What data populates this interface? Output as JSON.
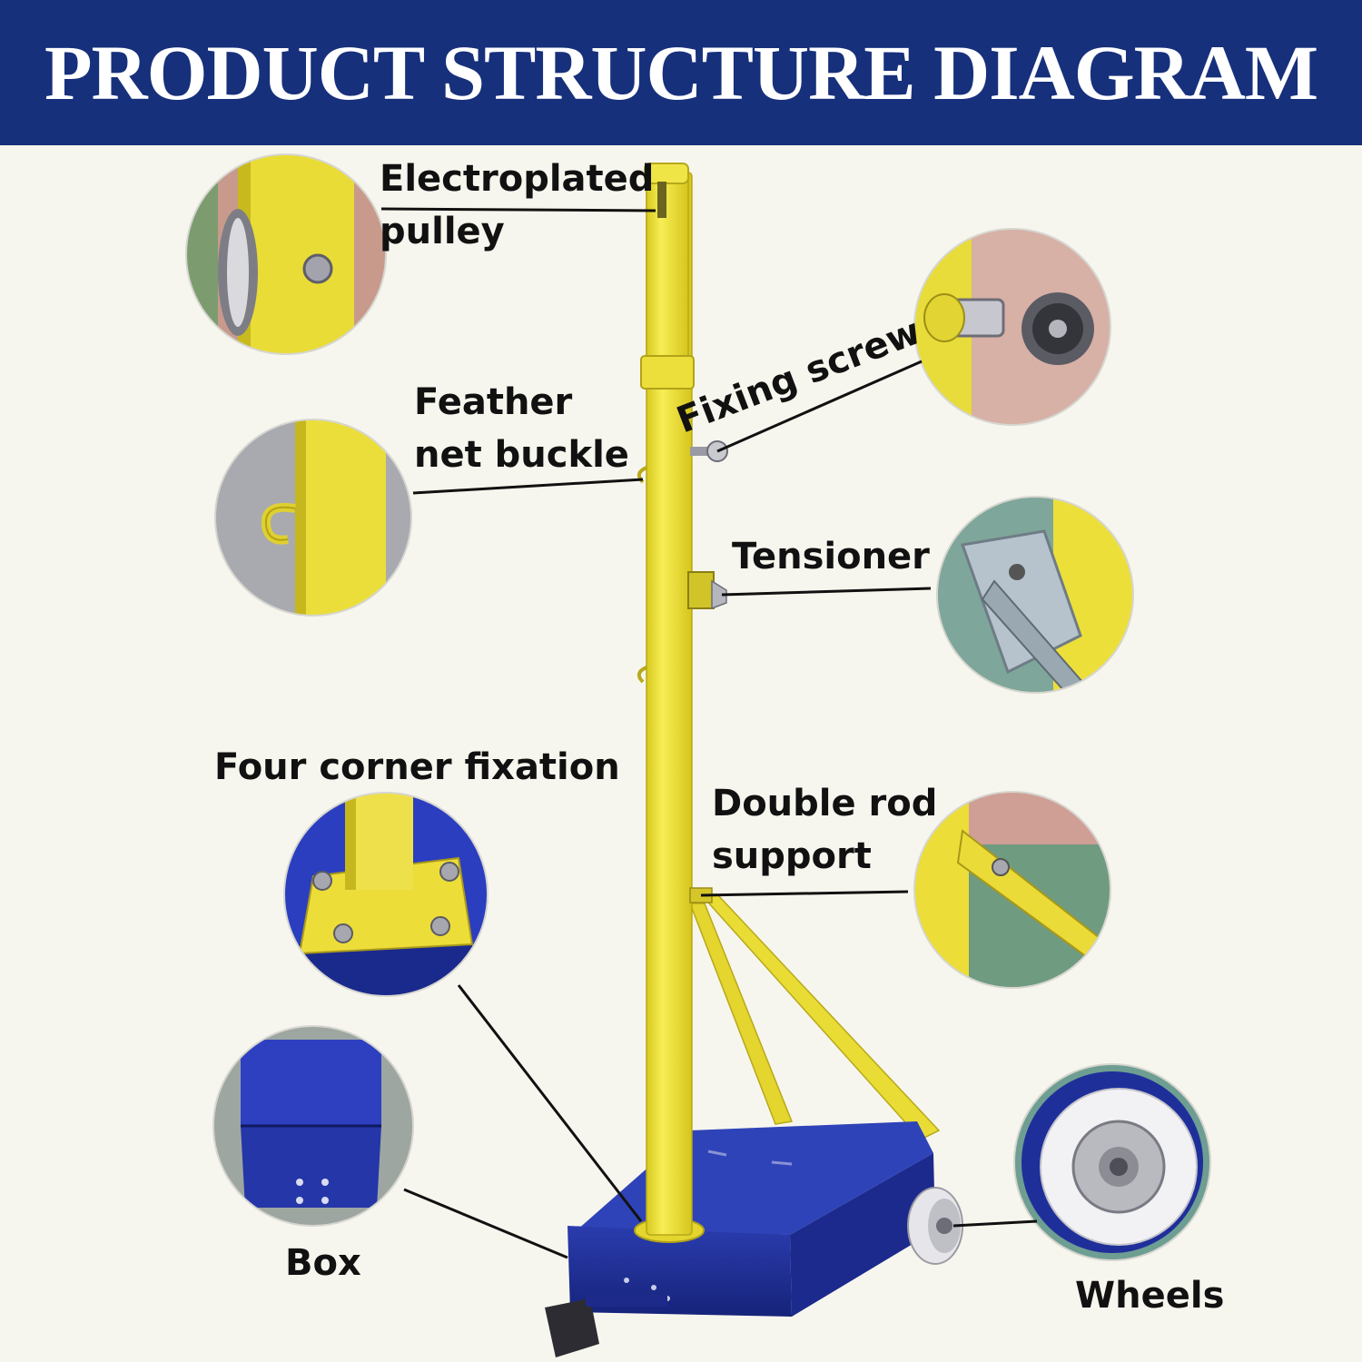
{
  "banner": {
    "title": "PRODUCT STRUCTURE DIAGRAM"
  },
  "labels": {
    "electroplated_pulley": "Electroplated\npulley",
    "fixing_screw": "Fixing screw",
    "feather_net_buckle": "Feather\nnet buckle",
    "tensioner": "Tensioner",
    "four_corner_fixation": "Four corner fixation",
    "double_rod_support": "Double rod\nsupport",
    "box": "Box",
    "wheels": "Wheels"
  },
  "colors": {
    "banner": "#17307c",
    "pole": "#f1e43a",
    "base_box": "#1f2f9a",
    "leader_line": "#111111",
    "background": "#f7f6ee"
  }
}
